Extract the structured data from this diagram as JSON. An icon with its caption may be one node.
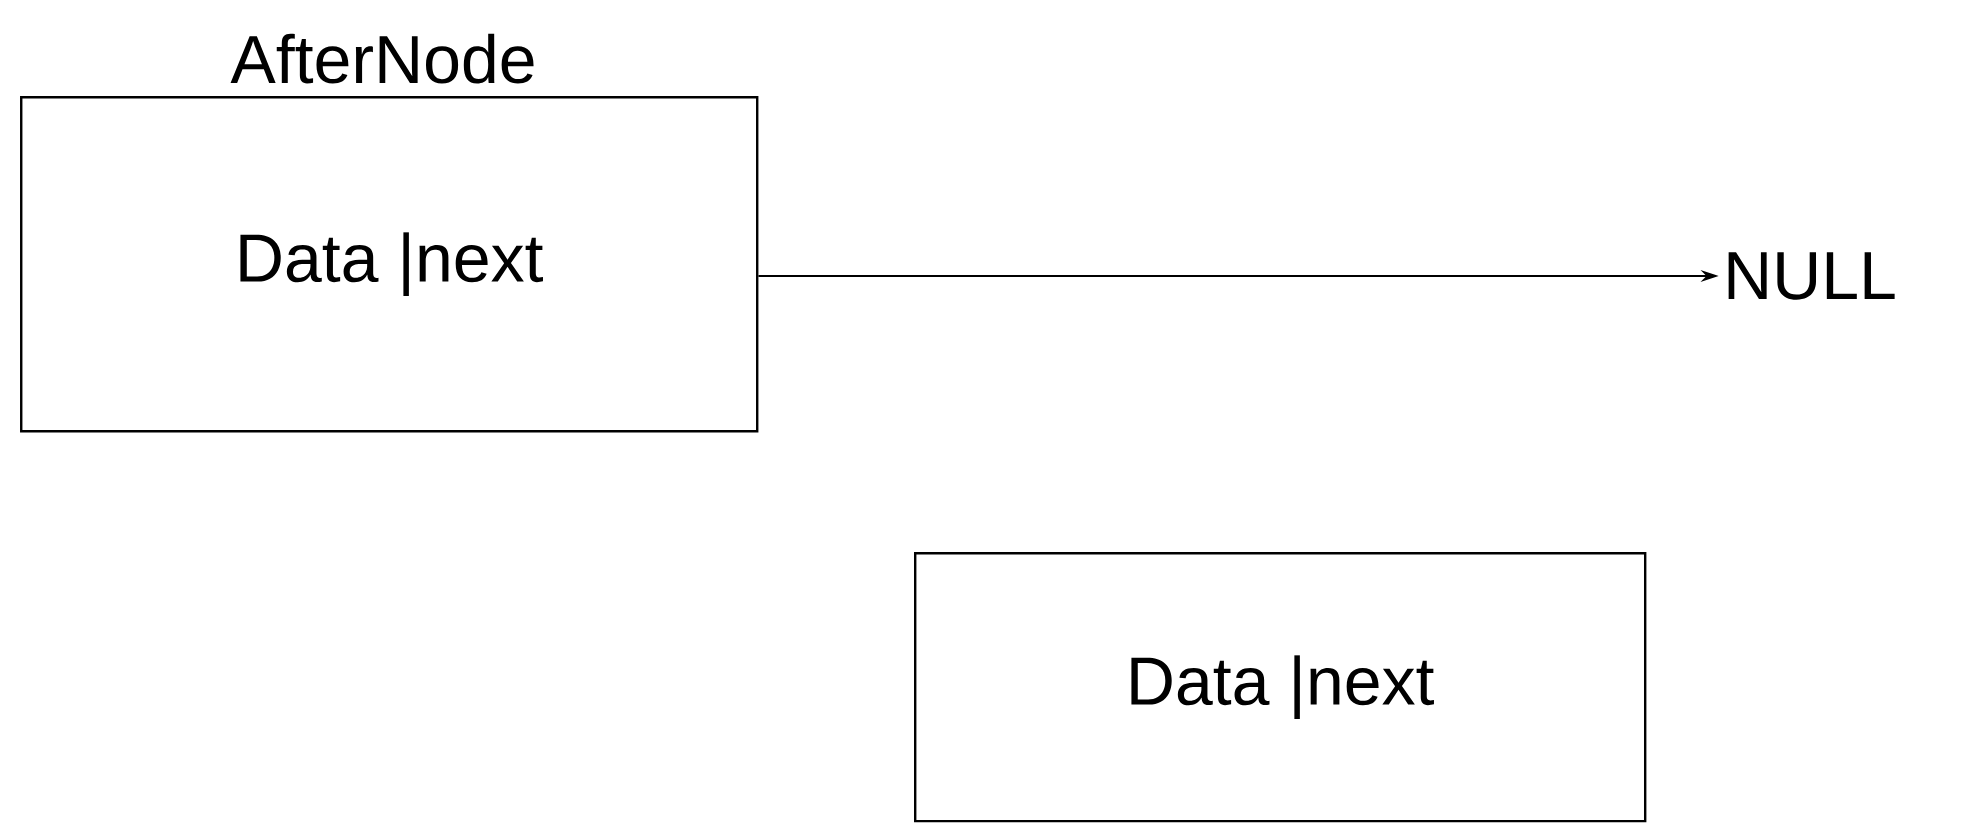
{
  "diagram": {
    "nodes": [
      {
        "text": [
          "AfterNode",
          "Data |next"
        ]
      },
      {
        "text": [
          "NULL"
        ]
      },
      {
        "text": [
          "Data |next"
        ]
      }
    ],
    "edges": [
      {
        "from": 0,
        "to": 1,
        "arrow": "to"
      }
    ]
  }
}
